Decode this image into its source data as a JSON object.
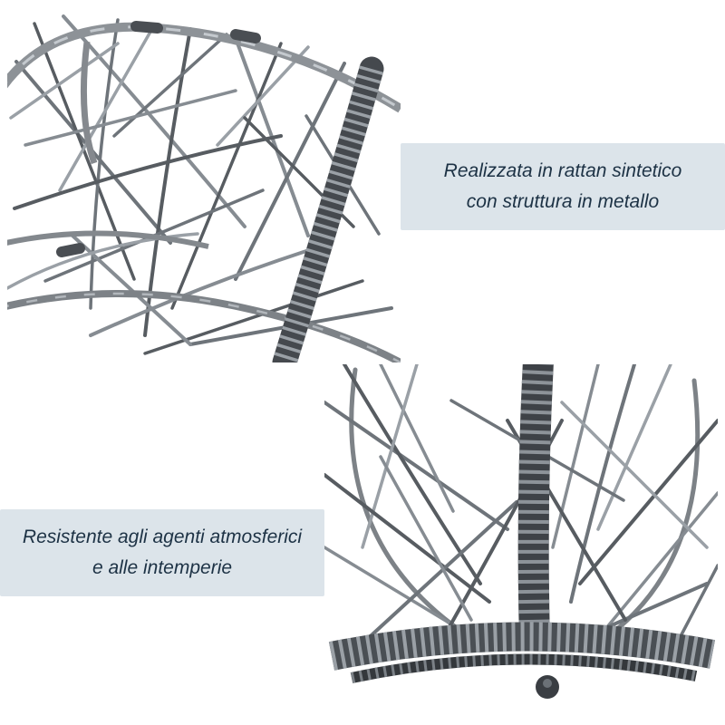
{
  "captions": {
    "top": {
      "line1": "Realizzata in rattan sintetico",
      "line2": "con struttura in metallo"
    },
    "bottom": {
      "line1": "Resistente agli agenti atmosferici",
      "line2": "e alle intemperie"
    }
  },
  "colors": {
    "page_background": "#ffffff",
    "caption_background": "#dce4ea",
    "caption_text": "#1d3245",
    "rattan_dark": "#45494e",
    "rattan_mid": "#7d8287",
    "rattan_light": "#9aa0a6"
  }
}
